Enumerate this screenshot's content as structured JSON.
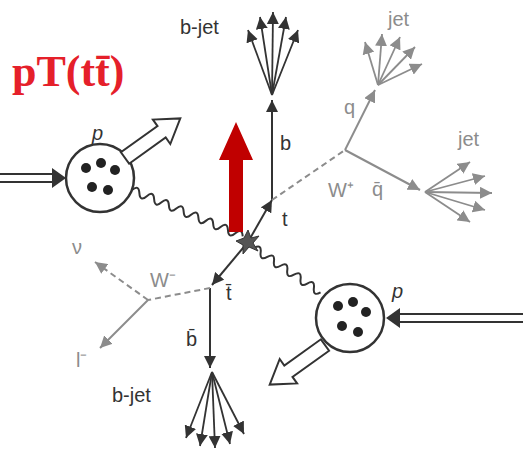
{
  "diagram": {
    "labels": [
      "pT(tt̄)",
      "b-jet",
      "jet",
      "q",
      "b",
      "p",
      "jet",
      "W⁺",
      "q̄",
      "t",
      "ν",
      "W⁻",
      "p",
      "t̄",
      "l⁻",
      "b̄",
      "b-jet"
    ]
  }
}
